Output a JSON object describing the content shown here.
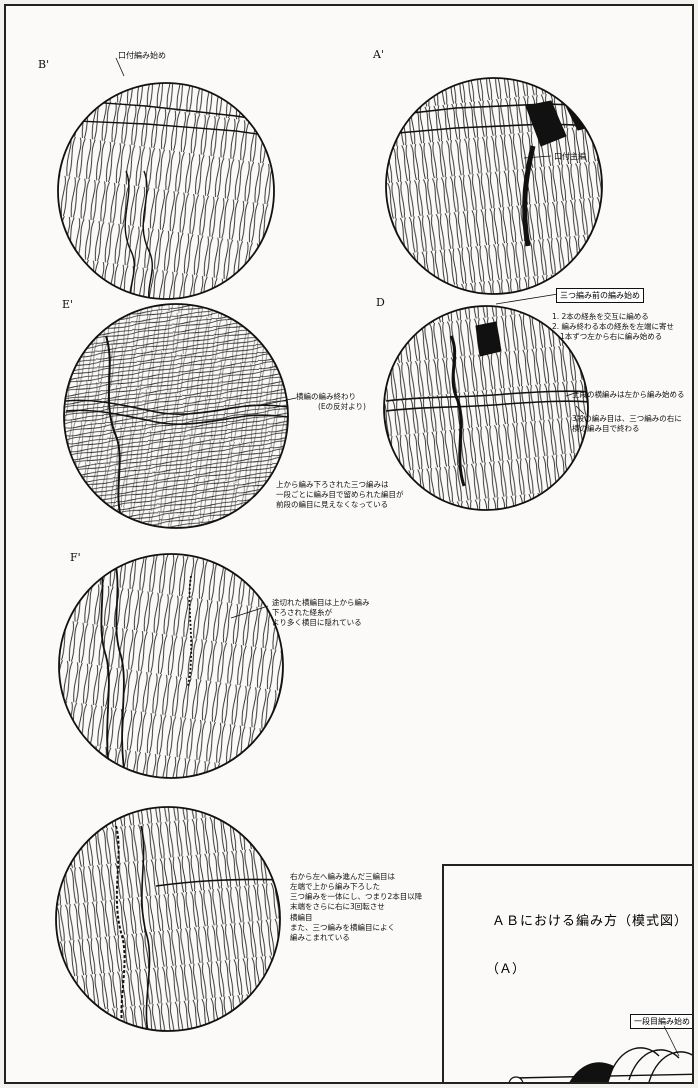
{
  "panels": {
    "b_prime": {
      "label": "B'",
      "callout": "口付編み始め"
    },
    "a_prime": {
      "label": "A'",
      "callout": "口付主編"
    },
    "e_prime": {
      "label": "E'",
      "callout": [
        "横編の編み終わり",
        "(Eの反対より)"
      ],
      "note": [
        "上から編み下ろされた三つ編みは",
        "一段ごとに編み目で留められた編目が",
        "前段の編目に見えなくなっている"
      ]
    },
    "d": {
      "label": "D",
      "boxed": "三つ編み前の編み始め",
      "note_top": [
        "1. 2本の経糸を交互に編める",
        "2. 編み終わる本の経糸を左端に寄せ",
        "1本ずつ左から右に編み始める"
      ],
      "note_mid": [
        "上段の横編みは左から編み始める"
      ],
      "note_low": [
        "3段の編み目は、三つ編みの右に",
        "横の編み目で終わる"
      ]
    },
    "f_prime": {
      "label": "F'",
      "note": [
        "途切れた横編目は上から編み",
        "下ろされた経糸が",
        "より多く横目に隠れている"
      ]
    },
    "g": {
      "note": [
        "右から左へ編み進んだ三編目は",
        "左端で上から編み下ろした",
        "三つ編みを一体にし、つまり2本目以降",
        "末端をさらに右に3回転させ",
        "横編目",
        "また、三つ編みを横編目によく",
        "編みこまれている"
      ]
    }
  },
  "inset": {
    "title": "ＡＢにおける編み方（模式図）",
    "subtitle": "（Ａ）",
    "callout": "一段目編み始め"
  }
}
